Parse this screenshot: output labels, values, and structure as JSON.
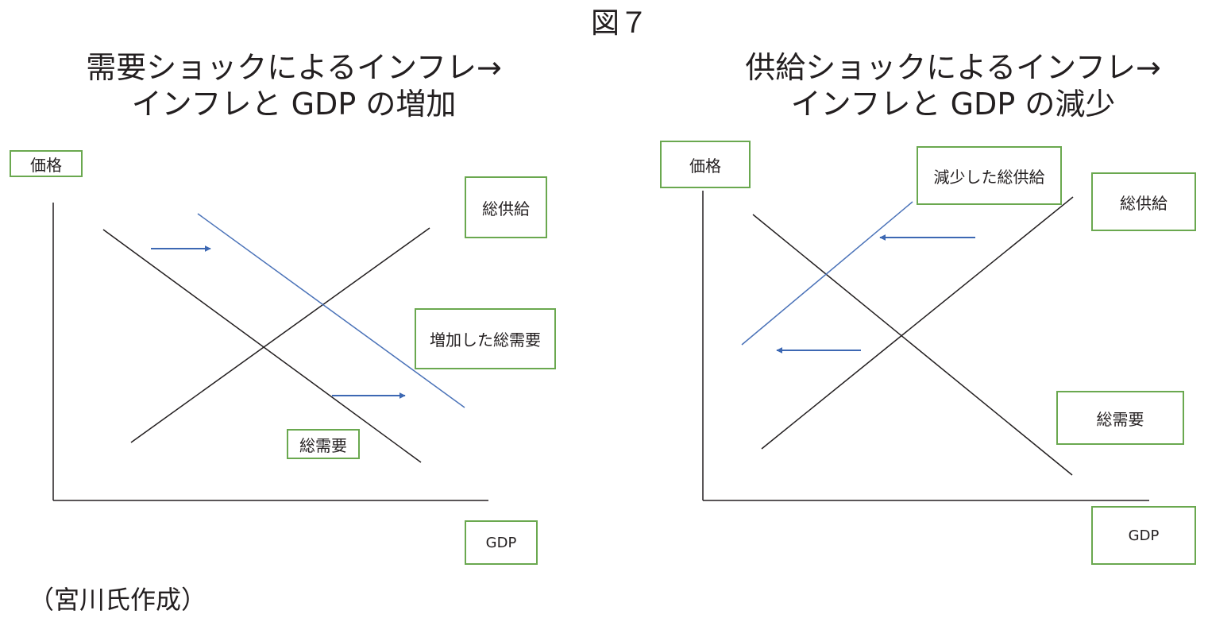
{
  "figure_title": "図７",
  "credit": "（宮川氏作成）",
  "colors": {
    "curve": "#231f20",
    "shifted": "#4a72b8",
    "arrow": "#3d68b3",
    "box_border": "#6aa84f"
  },
  "left_chart": {
    "title_line1": "需要ショックによるインフレ→",
    "title_line2": "インフレと GDP の増加",
    "y_axis_label": "価格",
    "x_axis_label": "GDP",
    "label_supply": "総供給",
    "label_demand": "総需要",
    "label_shifted": "増加した総需要",
    "shift_direction": "right"
  },
  "right_chart": {
    "title_line1": "供給ショックによるインフレ→",
    "title_line2": "インフレと GDP の減少",
    "y_axis_label": "価格",
    "x_axis_label": "GDP",
    "label_supply": "総供給",
    "label_demand": "総需要",
    "label_shifted": "減少した総供給",
    "shift_direction": "left"
  }
}
